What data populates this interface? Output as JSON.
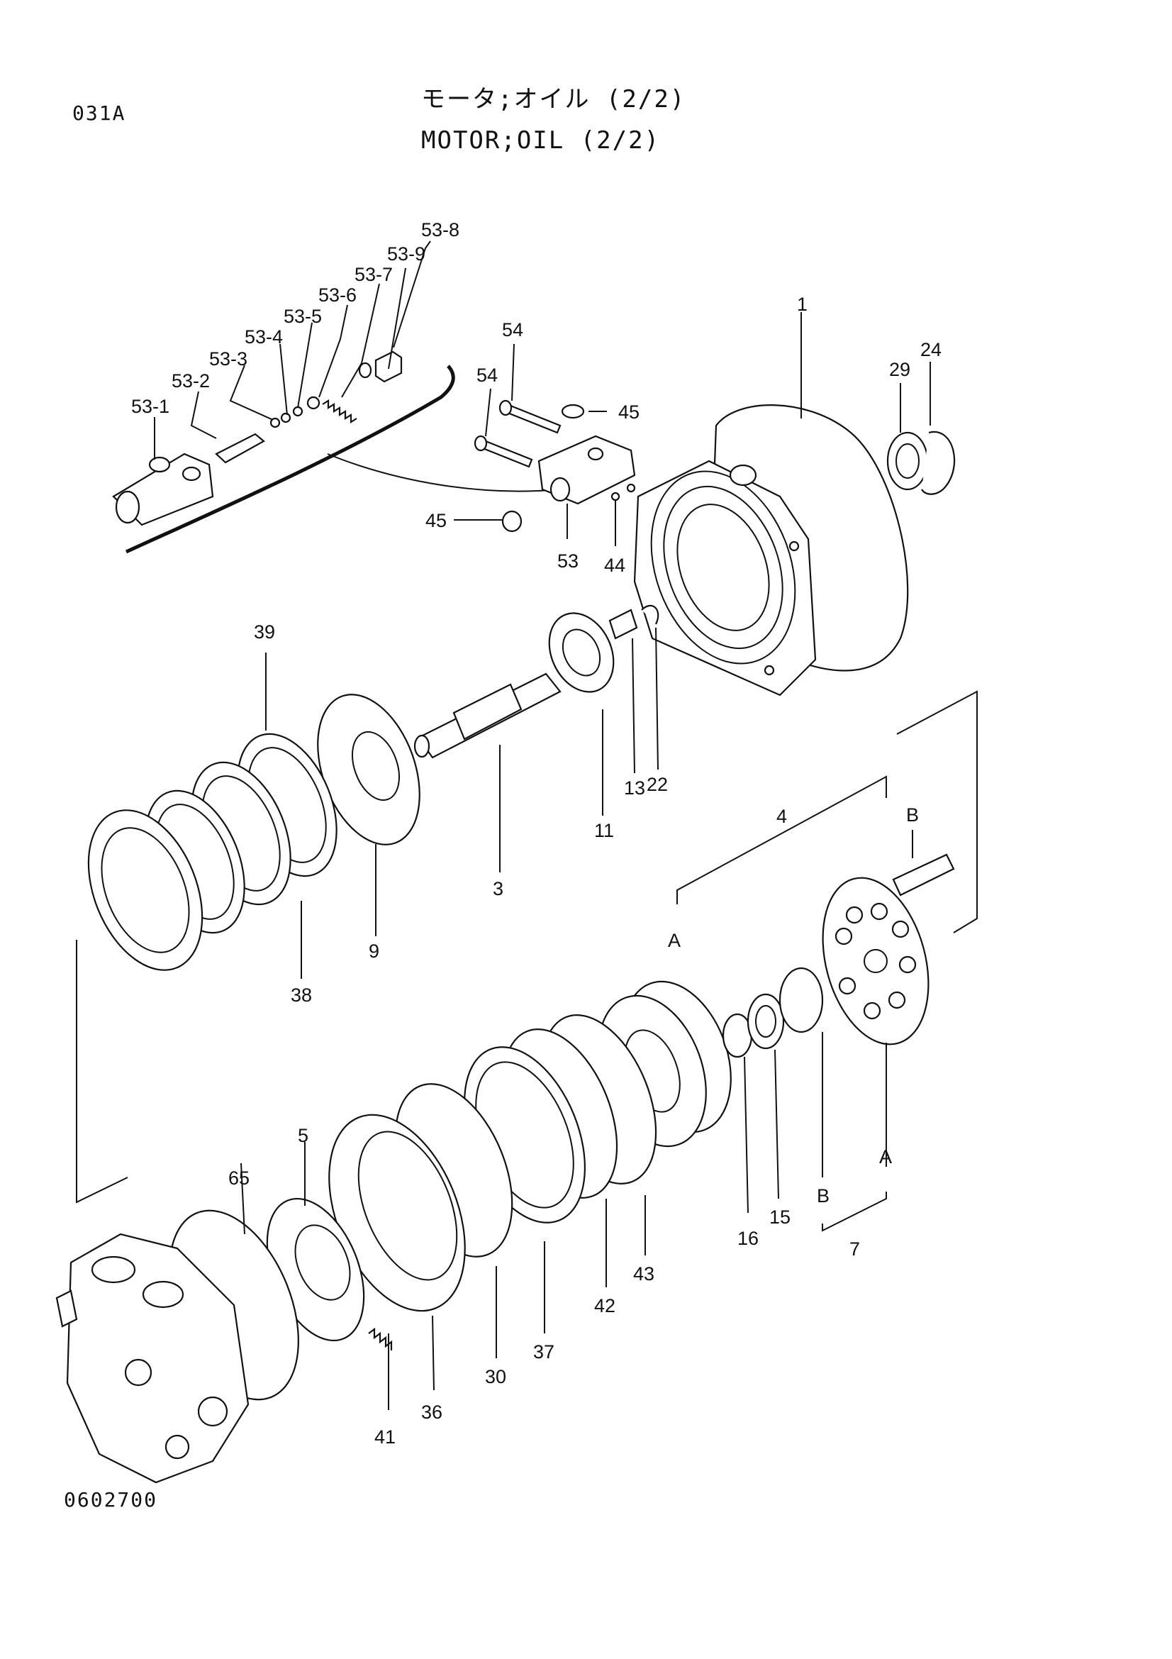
{
  "header": {
    "code": "031A",
    "title_jp": "モータ;オイル (2/2)",
    "title_en": "MOTOR;OIL (2/2)"
  },
  "footer": {
    "drawing_no": "0602700"
  },
  "callouts": {
    "c53_8": "53-8",
    "c53_9": "53-9",
    "c53_7": "53-7",
    "c53_6": "53-6",
    "c53_5": "53-5",
    "c53_4": "53-4",
    "c53_3": "53-3",
    "c53_2": "53-2",
    "c53_1": "53-1",
    "c54a": "54",
    "c54b": "54",
    "c45a": "45",
    "c45b": "45",
    "c53": "53",
    "c44": "44",
    "c1": "1",
    "c29": "29",
    "c24": "24",
    "c39": "39",
    "c11": "11",
    "c13": "13",
    "c22": "22",
    "c3": "3",
    "c9": "9",
    "c38": "38",
    "c4": "4",
    "cA1": "A",
    "cB1": "B",
    "cA2": "A",
    "cB2": "B",
    "c7": "7",
    "c16": "16",
    "c15": "15",
    "c5": "5",
    "c65": "65",
    "c41": "41",
    "c36": "36",
    "c30": "30",
    "c37": "37",
    "c42": "42",
    "c43": "43"
  }
}
